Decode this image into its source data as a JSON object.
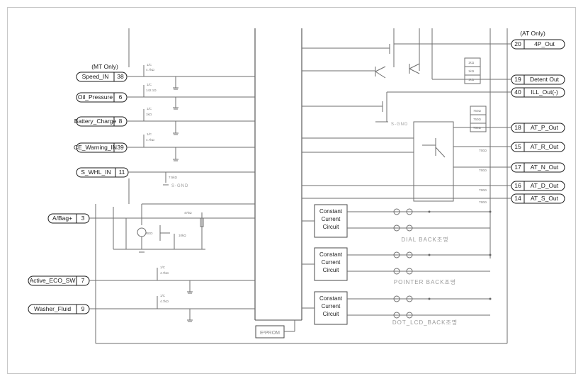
{
  "headers": {
    "mt_only": "(MT Only)",
    "at_only": "(AT Only)"
  },
  "left_pins": [
    {
      "num": "38",
      "label": "Speed_IN"
    },
    {
      "num": "6",
      "label": "Oil_Pressure"
    },
    {
      "num": "8",
      "label": "Battery_Charge"
    },
    {
      "num": "39",
      "label": "CE_Warning_IN"
    },
    {
      "num": "11",
      "label": "S_WHL_IN"
    },
    {
      "num": "3",
      "label": "A/Bag+"
    },
    {
      "num": "7",
      "label": "Active_ECO_SW"
    },
    {
      "num": "9",
      "label": "Washer_Fluid"
    }
  ],
  "right_pins": [
    {
      "num": "20",
      "label": "4P_Out"
    },
    {
      "num": "19",
      "label": "Detent Out"
    },
    {
      "num": "40",
      "label": "ILL_Out(-)"
    },
    {
      "num": "18",
      "label": "AT_P_Out"
    },
    {
      "num": "15",
      "label": "AT_R_Out"
    },
    {
      "num": "17",
      "label": "AT_N_Out"
    },
    {
      "num": "16",
      "label": "AT_D_Out"
    },
    {
      "num": "14",
      "label": "AT_S_Out"
    }
  ],
  "constant_current": {
    "line1": "Constant",
    "line2": "Current",
    "line3": "Circuit"
  },
  "led_groups": [
    "DIAL BACK조명",
    "POINTER BACK조명",
    "DOT_LCD_BACK조명"
  ],
  "eeprom": "E²PROM",
  "sgnd": "S-GND",
  "resistor_labels": {
    "r1": "4.7kΩ",
    "r2": "1kΩ",
    "r3": "7.5kΩ",
    "r4": "750Ω",
    "r5": "1kΩ",
    "r6": "10kΩ",
    "r7": "142.1Ω",
    "r8": "47kΩ"
  }
}
